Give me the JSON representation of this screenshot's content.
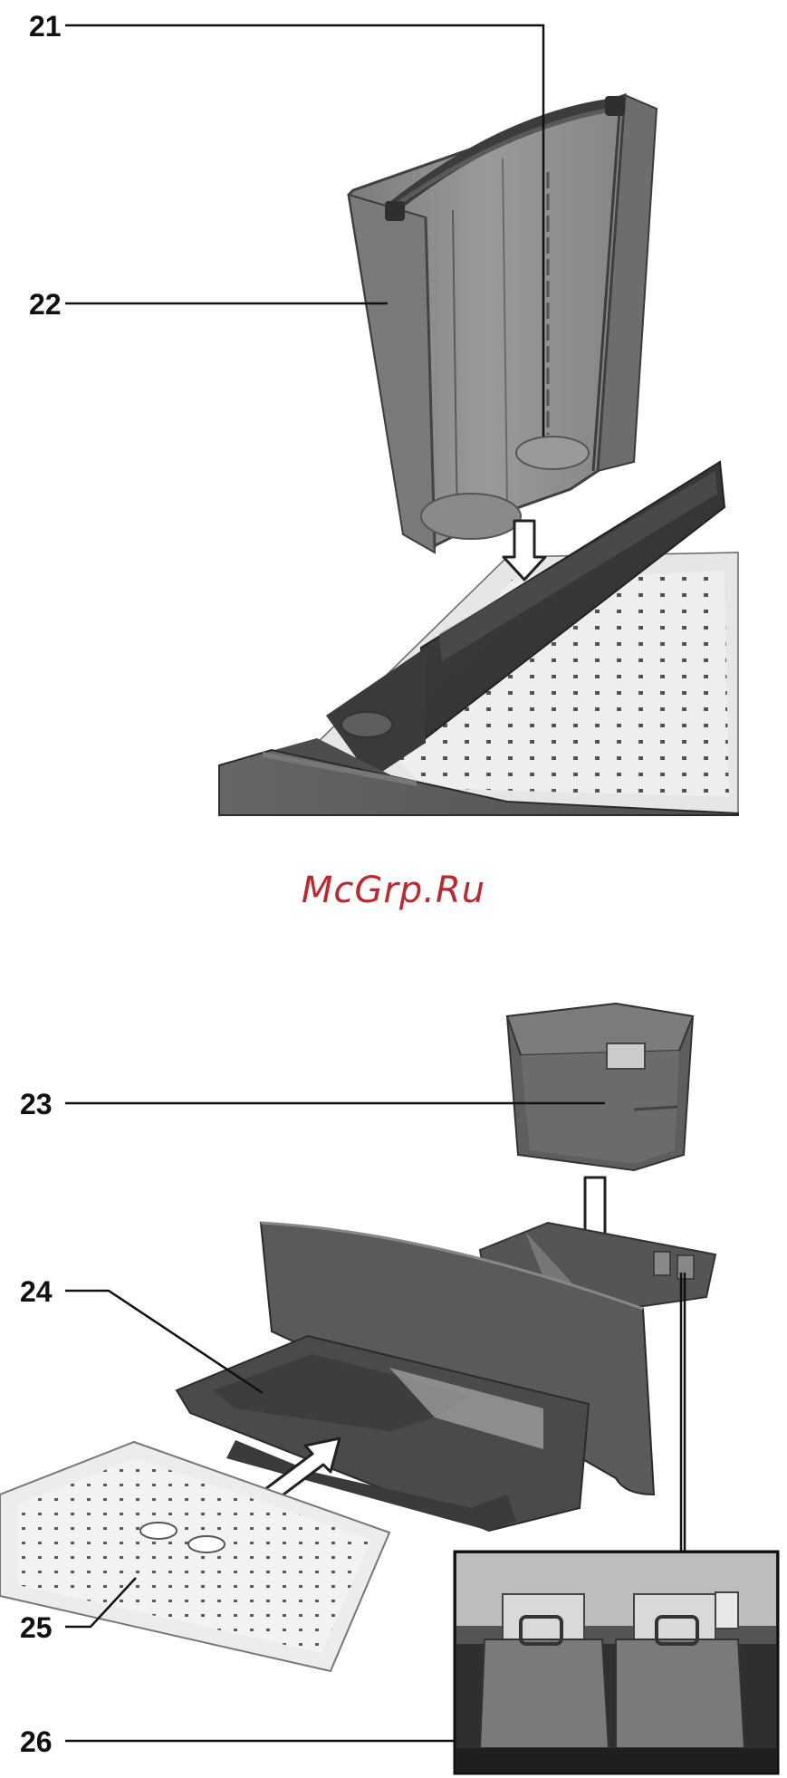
{
  "callouts": [
    {
      "id": "21",
      "text": "21"
    },
    {
      "id": "22",
      "text": "22"
    },
    {
      "id": "23",
      "text": "23"
    },
    {
      "id": "24",
      "text": "24"
    },
    {
      "id": "25",
      "text": "25"
    },
    {
      "id": "26",
      "text": "26"
    }
  ],
  "watermark": {
    "text": "McGrp.Ru",
    "color": "#c0272d"
  },
  "colors": {
    "tank_body": "#8d8d8d",
    "tank_edge": "#4a4a4a",
    "dark_plastic": "#4d4d4d",
    "drip_tray": "#5a5a5a",
    "grate": "#efefef",
    "holes": "#555555"
  },
  "icons": [
    "arrow-down-icon",
    "arrow-insert-icon"
  ]
}
